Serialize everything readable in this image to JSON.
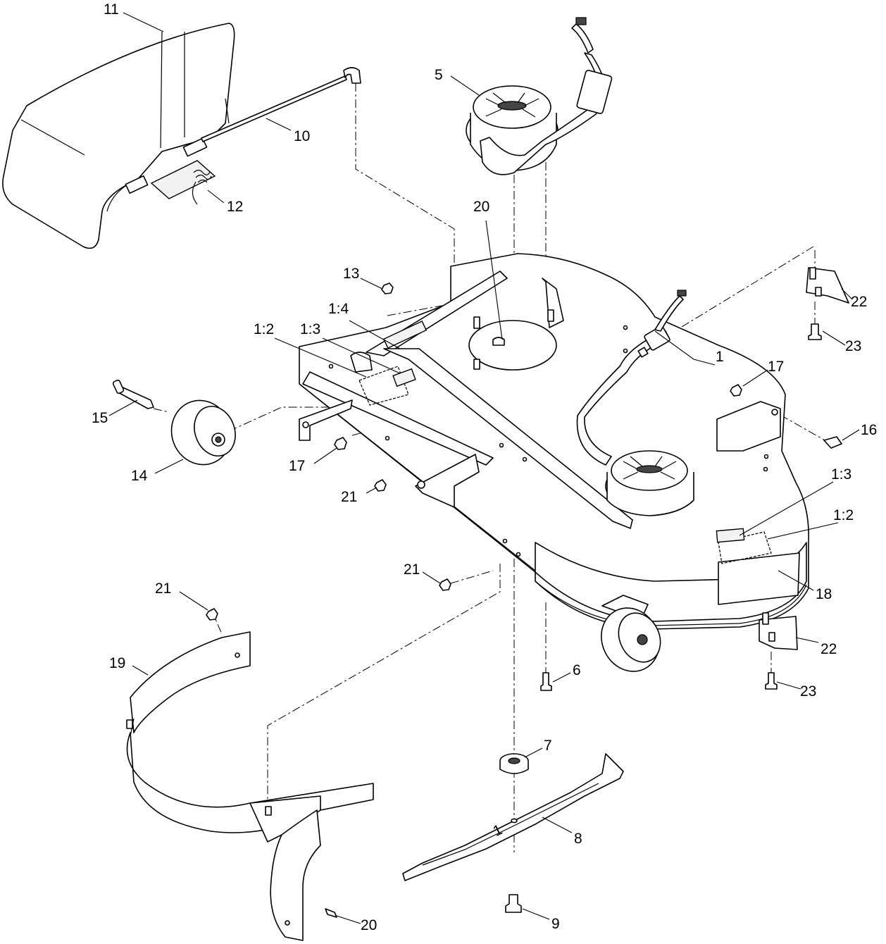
{
  "callouts": {
    "c1": "1",
    "c1_2a": "1:2",
    "c1_2b": "1:2",
    "c1_3a": "1:3",
    "c1_3b": "1:3",
    "c1_4": "1:4",
    "c5": "5",
    "c6": "6",
    "c7": "7",
    "c8": "8",
    "c9": "9",
    "c10": "10",
    "c11": "11",
    "c12": "12",
    "c13": "13",
    "c14": "14",
    "c15": "15",
    "c16": "16",
    "c17a": "17",
    "c17b": "17",
    "c18": "18",
    "c19": "19",
    "c20a": "20",
    "c20b": "20",
    "c21a": "21",
    "c21b": "21",
    "c21c": "21",
    "c22a": "22",
    "c22b": "22",
    "c23a": "23",
    "c23b": "23"
  },
  "blade_marking": "1"
}
